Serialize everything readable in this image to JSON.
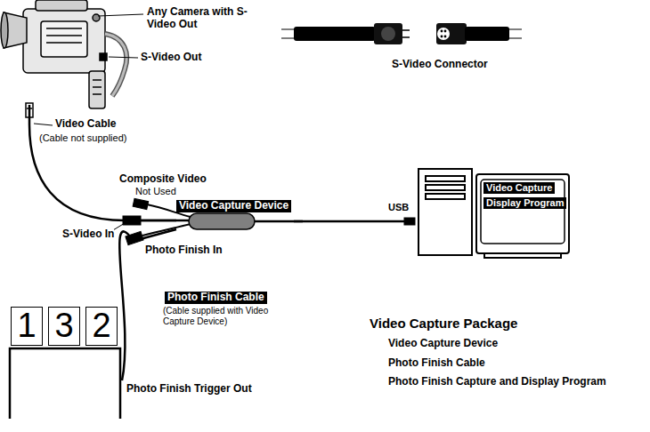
{
  "diagram": {
    "nodes": [
      {
        "text": [
          "Any Camera with S-Video Out"
        ]
      },
      {
        "text": [
          "Video Capture Device"
        ]
      },
      {
        "text": [
          "Video Capture",
          "Display Program"
        ]
      },
      {
        "text": [
          "Photo Finish Trigger Out"
        ]
      },
      {
        "text": [
          "1"
        ],
        "in": 3
      },
      {
        "text": [
          "3"
        ],
        "in": 3
      },
      {
        "text": [
          "2"
        ],
        "in": 3
      }
    ],
    "edges": [
      {
        "from": 0,
        "to": 1,
        "arrow": "none",
        "label": "Video Cable"
      },
      {
        "from": 1,
        "to": 2,
        "arrow": "none",
        "label": "USB"
      },
      {
        "from": 3,
        "to": 1,
        "arrow": "none",
        "label": "Photo Finish Cable"
      }
    ],
    "labels": [
      "S-Video Out",
      "(Cable not supplied)",
      "S-Video Connector",
      "Composite Video",
      "Not Used",
      "S-Video In",
      "Photo Finish In",
      "(Cable supplied with Video Capture Device)",
      "Video Capture Package",
      "Video Capture Device",
      "Photo Finish Cable",
      "Photo Finish Capture and Display Program"
    ]
  }
}
